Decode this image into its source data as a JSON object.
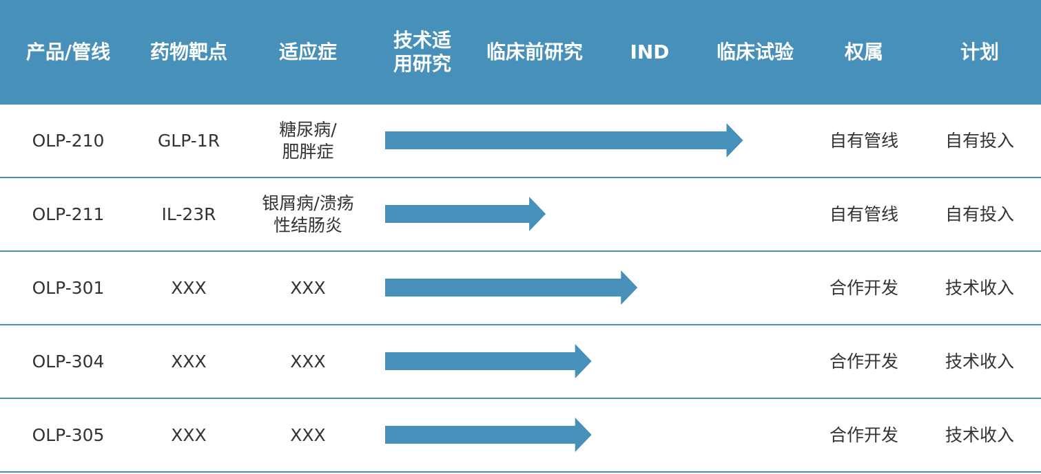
{
  "header": {
    "bg_color": "#4690ba",
    "columns": [
      {
        "label": "产品/管线"
      },
      {
        "label": "药物靶点"
      },
      {
        "label": "适应症"
      },
      {
        "label": "技术适\n用研究"
      },
      {
        "label": "临床前研究"
      },
      {
        "label": "IND"
      },
      {
        "label": "临床试验"
      },
      {
        "label": "权属"
      },
      {
        "label": "计划"
      }
    ]
  },
  "arrow_color": "#4690ba",
  "stage_order": [
    "技术适用研究",
    "临床前研究",
    "IND",
    "临床试验"
  ],
  "rows": [
    {
      "product": "OLP-210",
      "target": "GLP-1R",
      "indication": "糖尿病/\n肥胖症",
      "progress": 0.78,
      "ownership": "自有管线",
      "plan": "自有投入"
    },
    {
      "product": "OLP-211",
      "target": "IL-23R",
      "indication": "银屑病/溃疡\n性结肠炎",
      "progress": 0.35,
      "ownership": "自有管线",
      "plan": "自有投入"
    },
    {
      "product": "OLP-301",
      "target": "XXX",
      "indication": "XXX",
      "progress": 0.55,
      "ownership": "合作开发",
      "plan": "技术收入"
    },
    {
      "product": "OLP-304",
      "target": "XXX",
      "indication": "XXX",
      "progress": 0.45,
      "ownership": "合作开发",
      "plan": "技术收入"
    },
    {
      "product": "OLP-305",
      "target": "XXX",
      "indication": "XXX",
      "progress": 0.45,
      "ownership": "合作开发",
      "plan": "技术收入"
    }
  ]
}
